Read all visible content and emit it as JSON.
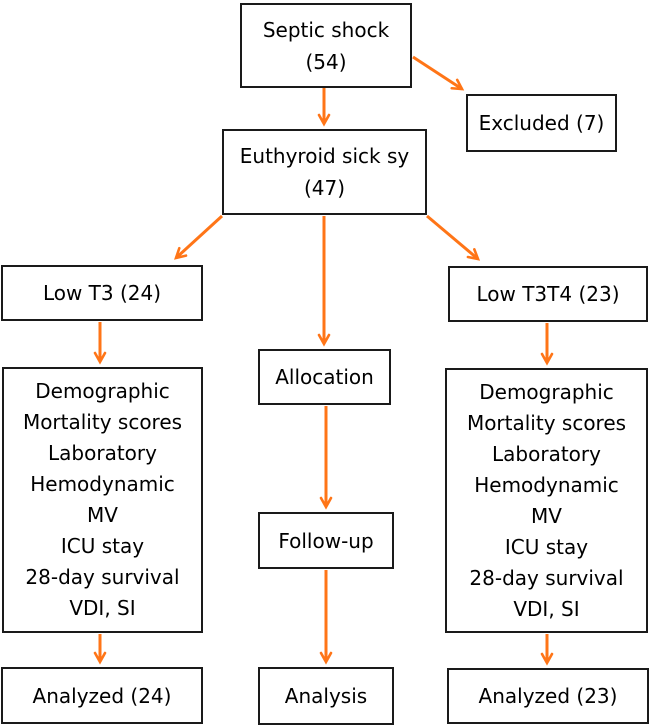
{
  "figure": {
    "type": "flowchart",
    "description": "Patient enrollment and analysis flow diagram"
  },
  "colors": {
    "arrow": "#ff7517",
    "box_border": "#1a1a1a",
    "box_fill": "#ffffff",
    "text": "#000000",
    "background": "#ffffff"
  },
  "nodes": {
    "septic_shock": "Septic shock\n(54)",
    "excluded": "Excluded (7)",
    "euthyroid": "Euthyroid sick sy\n(47)",
    "low_t3": "Low T3 (24)",
    "low_t3t4": "Low T3T4 (23)",
    "allocation": "Allocation",
    "variables_left": "Demographic\nMortality scores\nLaboratory\nHemodynamic\nMV\nICU stay\n28-day survival\nVDI, SI",
    "variables_right": "Demographic\nMortality scores\nLaboratory\nHemodynamic\nMV\nICU stay\n28-day survival\nVDI, SI",
    "follow_up": "Follow-up",
    "analyzed_left": "Analyzed (24)",
    "analysis": "Analysis",
    "analyzed_right": "Analyzed (23)"
  },
  "edges": [
    {
      "from": "septic_shock",
      "to": "euthyroid"
    },
    {
      "from": "septic_shock",
      "to": "excluded"
    },
    {
      "from": "euthyroid",
      "to": "low_t3"
    },
    {
      "from": "euthyroid",
      "to": "allocation"
    },
    {
      "from": "euthyroid",
      "to": "low_t3t4"
    },
    {
      "from": "low_t3",
      "to": "variables_left"
    },
    {
      "from": "low_t3t4",
      "to": "variables_right"
    },
    {
      "from": "allocation",
      "to": "follow_up"
    },
    {
      "from": "variables_left",
      "to": "analyzed_left"
    },
    {
      "from": "follow_up",
      "to": "analysis"
    },
    {
      "from": "variables_right",
      "to": "analyzed_right"
    }
  ]
}
